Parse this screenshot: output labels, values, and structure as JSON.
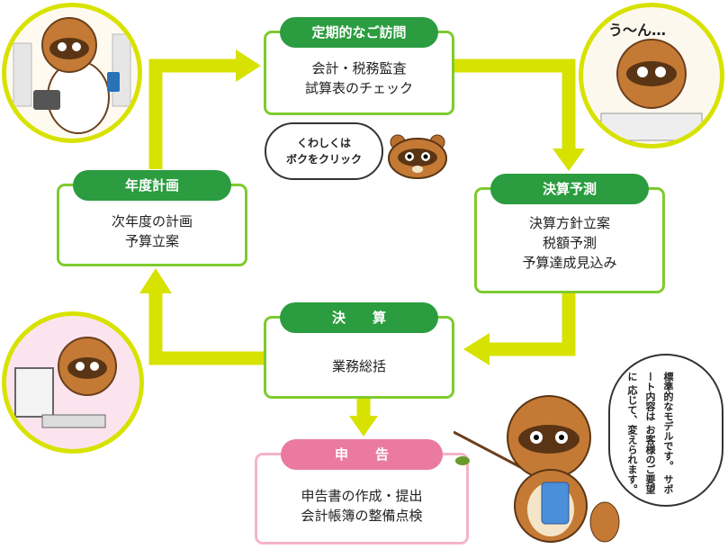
{
  "steps": {
    "visit": {
      "title": "定期的なご訪問",
      "lines": [
        "会計・税務監査",
        "試算表のチェック"
      ]
    },
    "forecast": {
      "title": "決算予測",
      "lines": [
        "決算方針立案",
        "税額予測",
        "予算達成見込み"
      ]
    },
    "settlement": {
      "title": "決　　算",
      "lines": [
        "業務総括"
      ]
    },
    "filing": {
      "title": "申　　告",
      "lines": [
        "申告書の作成・提出",
        "会計帳簿の整備点検"
      ]
    },
    "plan": {
      "title": "年度計画",
      "lines": [
        "次年度の計画",
        "予算立案"
      ]
    }
  },
  "bubbles": {
    "click": [
      "くわしくは",
      "ボクをクリック"
    ],
    "thinking": "う〜ん…",
    "note": [
      "標準的なモデルです。",
      "サポート内容は",
      "お客様のご要望に",
      "応じて、変えられます。"
    ]
  },
  "colors": {
    "arrow": "#d8e200",
    "card_border": "#7ecb2d",
    "pill": "#2b9c3f",
    "pink_pill": "#ea7aa0",
    "pink_border": "#f4b4c9"
  }
}
